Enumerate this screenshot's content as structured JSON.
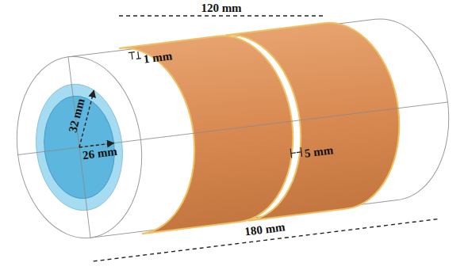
{
  "diagram": {
    "labels": [
      "120 mm",
      "1 mm",
      "32 mm",
      "26 mm",
      "5 mm",
      "180 mm"
    ]
  }
}
